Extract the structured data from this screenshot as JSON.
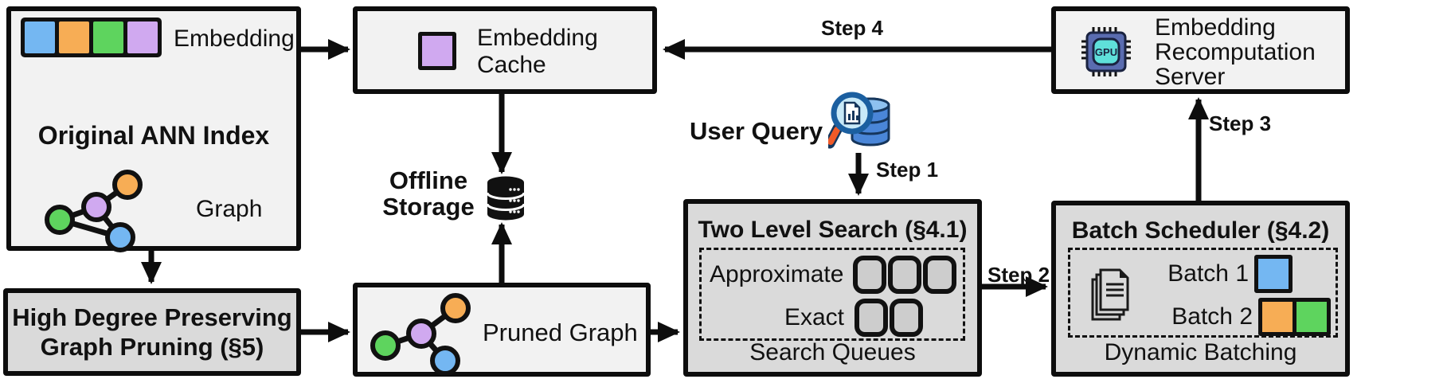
{
  "palette": {
    "blue": "#74b7f2",
    "orange": "#f7ad55",
    "green": "#5ed45e",
    "purple": "#d0a9f0",
    "box_light": "#f2f2f2",
    "box_dark": "#dadada",
    "line_black": "#0d0d0d",
    "chip_body": "#5a6cb0",
    "chip_core": "#5fe0da",
    "db_body": "#4a86d8",
    "db_top": "#8ec1f0",
    "lens": "#c8e9f8",
    "handle": "#f05a28"
  },
  "ann_index": {
    "title": "Original ANN Index",
    "embedding_label": "Embedding",
    "graph_label": "Graph"
  },
  "graph_pruning": {
    "line1": "High Degree Preserving",
    "line2": "Graph Pruning (§5)"
  },
  "embedding_cache": {
    "line1": "Embedding",
    "line2": "Cache"
  },
  "offline_storage": {
    "line1": "Offline",
    "line2": "Storage"
  },
  "pruned_graph": {
    "label": "Pruned Graph"
  },
  "user_query": {
    "label": "User Query"
  },
  "two_level_search": {
    "title": "Two Level Search (§4.1)",
    "row_approximate": "Approximate",
    "row_exact": "Exact",
    "footer": "Search Queues"
  },
  "batch_scheduler": {
    "title": "Batch Scheduler (§4.2)",
    "batch1": "Batch 1",
    "batch2": "Batch 2",
    "footer": "Dynamic Batching"
  },
  "recompute_server": {
    "line1": "Embedding",
    "line2": "Recomputation",
    "line3": "Server"
  },
  "steps": {
    "s1": "Step 1",
    "s2": "Step 2",
    "s3": "Step 3",
    "s4": "Step 4"
  },
  "gpu_chip": {
    "label": "GPU"
  }
}
